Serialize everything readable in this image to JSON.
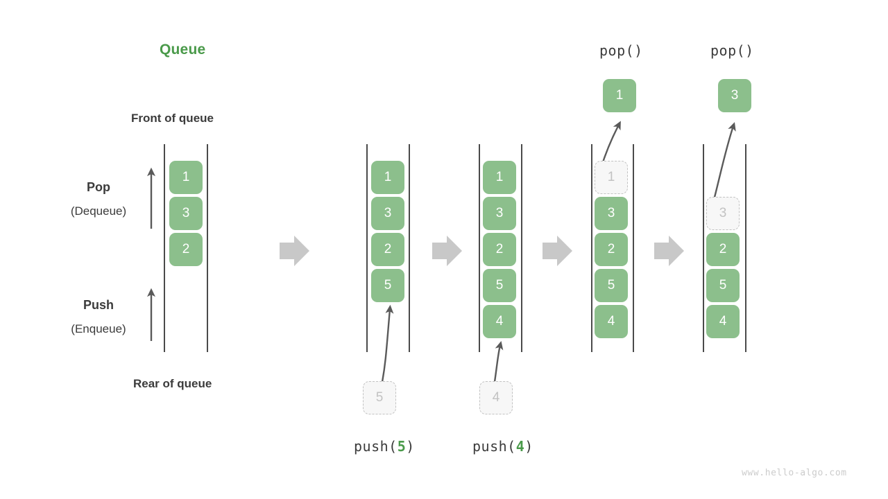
{
  "diagram": {
    "title": "Queue",
    "front_label": "Front of queue",
    "rear_label": "Rear of queue",
    "pop_label_main": "Pop",
    "pop_label_sub": "(Dequeue)",
    "push_label_main": "Push",
    "push_label_sub": "(Enqueue)",
    "watermark": "www.hello-algo.com",
    "colors": {
      "element_green": "#8cbf8c",
      "title_green": "#4a9a4a",
      "ghost_fill": "#f7f7f7",
      "ghost_border": "#c2c2c2",
      "ghost_text": "#c2c2c2",
      "rail": "#4a4a4a",
      "arrow_gray": "#5a5a5a",
      "flow_arrow": "#c8c8c8",
      "text": "#3b3b3b",
      "watermark": "#cccccc"
    }
  },
  "columns": [
    {
      "id": "initial",
      "op_prefix": "",
      "op_arg": "",
      "op_suffix": "",
      "header": "",
      "cells": [
        "1",
        "3",
        "2"
      ],
      "ghost_incoming": "",
      "ghost_outgoing": "",
      "popped": ""
    },
    {
      "id": "push5",
      "op_prefix": "push(",
      "op_arg": "5",
      "op_suffix": ")",
      "header": "",
      "cells": [
        "1",
        "3",
        "2",
        "5"
      ],
      "ghost_incoming": "5",
      "ghost_outgoing": "",
      "popped": ""
    },
    {
      "id": "push4",
      "op_prefix": "push(",
      "op_arg": "4",
      "op_suffix": ")",
      "header": "",
      "cells": [
        "1",
        "3",
        "2",
        "5",
        "4"
      ],
      "ghost_incoming": "4",
      "ghost_outgoing": "",
      "popped": ""
    },
    {
      "id": "pop1",
      "op_prefix": "",
      "op_arg": "",
      "op_suffix": "",
      "header": "pop()",
      "cells": [
        "3",
        "2",
        "5",
        "4"
      ],
      "ghost_incoming": "",
      "ghost_outgoing": "1",
      "popped": "1"
    },
    {
      "id": "pop3",
      "op_prefix": "",
      "op_arg": "",
      "op_suffix": "",
      "header": "pop()",
      "cells": [
        "2",
        "5",
        "4"
      ],
      "ghost_incoming": "",
      "ghost_outgoing": "3",
      "popped": "3"
    }
  ]
}
